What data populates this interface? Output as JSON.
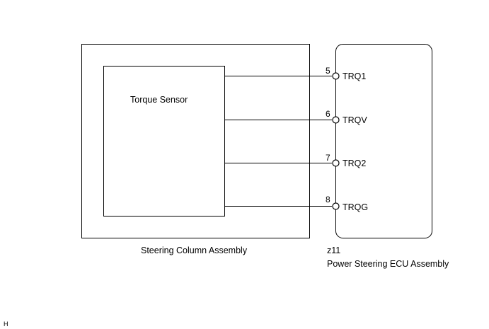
{
  "steering_column": {
    "label": "Steering Column Assembly",
    "torque_sensor_label": "Torque Sensor"
  },
  "ecu": {
    "connector": "z11",
    "label": "Power Steering ECU Assembly",
    "terminals": [
      {
        "pin": "5",
        "name": "TRQ1"
      },
      {
        "pin": "6",
        "name": "TRQV"
      },
      {
        "pin": "7",
        "name": "TRQ2"
      },
      {
        "pin": "8",
        "name": "TRQG"
      }
    ]
  },
  "corner_mark": "H"
}
